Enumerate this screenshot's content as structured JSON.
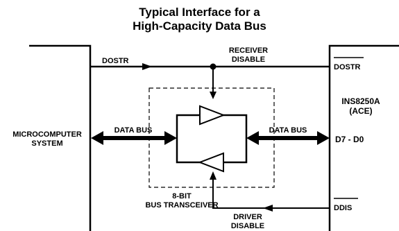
{
  "title": {
    "line1": "Typical Interface for a",
    "line2": "High-Capacity Data Bus"
  },
  "blocks": {
    "microcomputer": {
      "line1": "MICROCOMPUTER",
      "line2": "SYSTEM"
    },
    "ace": {
      "line1": "INS8250A",
      "line2": "(ACE)"
    },
    "transceiver": {
      "line1": "8-BIT",
      "line2": "BUS TRANSCEIVER"
    }
  },
  "signals": {
    "dostr": "DOSTR",
    "dostr_pin": "DOSTR",
    "receiver_disable_line1": "RECEIVER",
    "receiver_disable_line2": "DISABLE",
    "data_bus_left": "DATA BUS",
    "data_bus_right": "DATA BUS",
    "data_pins": "D7 - D0",
    "ddis_pin": "DDIS",
    "driver_disable_line1": "DRIVER",
    "driver_disable_line2": "DISABLE"
  }
}
